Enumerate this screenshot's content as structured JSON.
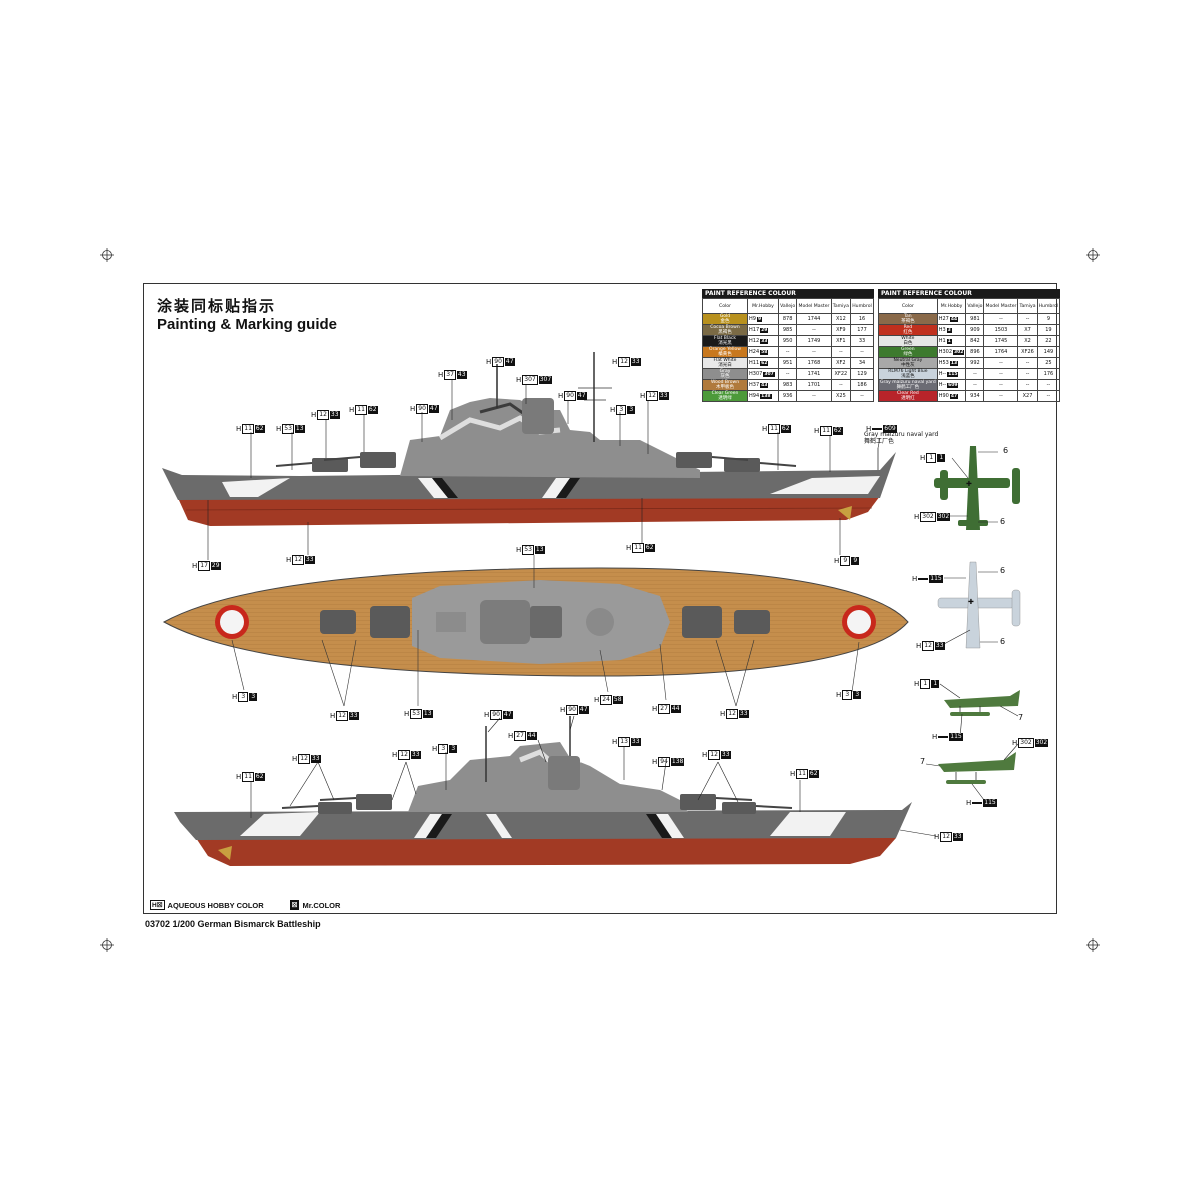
{
  "titles": {
    "cn": "涂装同标贴指示",
    "en": "Painting & Marking guide"
  },
  "footer": "03702 1/200 German Bismarck Battleship",
  "legend": {
    "aqueous_mark": "H☒",
    "aqueous_label": "AQUEOUS HOBBY COLOR",
    "mrcolor_mark": "☒",
    "mrcolor_label": "Mr.COLOR"
  },
  "paint_table_left": {
    "caption": "PAINT REFERENCE COLOUR",
    "headers": [
      "Color",
      "Mr.Hobby",
      "Vallejo",
      "Model Master",
      "Tamiya",
      "Humbrol"
    ],
    "rows": [
      {
        "color": "#b8911e",
        "name": "Gold\n金色",
        "h": "9",
        "m": "9",
        "vallejo": "878",
        "model_master": "1744",
        "tamiya": "X12",
        "humbrol": "16"
      },
      {
        "color": "#7a6a45",
        "name": "Cocoa Brown\n黑褐色",
        "h": "17",
        "m": "29",
        "vallejo": "985",
        "model_master": "--",
        "tamiya": "XF9",
        "humbrol": "177"
      },
      {
        "color": "#1a1a1a",
        "name": "Flat Black\n消光黑",
        "h": "12",
        "m": "33",
        "vallejo": "950",
        "model_master": "1749",
        "tamiya": "XF1",
        "humbrol": "33"
      },
      {
        "color": "#c8781e",
        "name": "Orange Yellow\n橘黄色",
        "h": "24",
        "m": "58",
        "vallejo": "--",
        "model_master": "--",
        "tamiya": "--",
        "humbrol": "--"
      },
      {
        "color": "#e8e8e8",
        "name": "Flat White\n消光白",
        "h": "11",
        "m": "62",
        "vallejo": "951",
        "model_master": "1768",
        "tamiya": "XF2",
        "humbrol": "34"
      },
      {
        "color": "#8e8e8e",
        "name": "Gray\n灰色",
        "h": "307",
        "m": "307",
        "vallejo": "--",
        "model_master": "1741",
        "tamiya": "XF22",
        "humbrol": "129"
      },
      {
        "color": "#b07a3c",
        "name": "Wood Brown\n木甲板色",
        "h": "37",
        "m": "43",
        "vallejo": "983",
        "model_master": "1701",
        "tamiya": "--",
        "humbrol": "186"
      },
      {
        "color": "#4c9a3a",
        "name": "Clear Green\n透明绿",
        "h": "94",
        "m": "138",
        "vallejo": "936",
        "model_master": "--",
        "tamiya": "X25",
        "humbrol": "--"
      }
    ]
  },
  "paint_table_right": {
    "caption": "PAINT REFERENCE COLOUR",
    "headers": [
      "Color",
      "Mr.Hobby",
      "Vallejo",
      "Model Master",
      "Tamiya",
      "Humbrol"
    ],
    "rows": [
      {
        "color": "#8a6a4a",
        "name": "Tan\n茶褐色",
        "h": "27",
        "m": "44",
        "vallejo": "981",
        "model_master": "--",
        "tamiya": "--",
        "humbrol": "9"
      },
      {
        "color": "#c0301e",
        "name": "Red\n红色",
        "h": "3",
        "m": "3",
        "vallejo": "909",
        "model_master": "1503",
        "tamiya": "X7",
        "humbrol": "19"
      },
      {
        "color": "#e6e6e6",
        "name": "White\n白色",
        "h": "1",
        "m": "1",
        "vallejo": "842",
        "model_master": "1745",
        "tamiya": "X2",
        "humbrol": "22"
      },
      {
        "color": "#3d7a2e",
        "name": "Green\n绿色",
        "h": "302",
        "m": "302",
        "vallejo": "896",
        "model_master": "1764",
        "tamiya": "XF26",
        "humbrol": "149"
      },
      {
        "color": "#a8a8a8",
        "name": "Neutral Gray\n中性灰",
        "h": "53",
        "m": "13",
        "vallejo": "992",
        "model_master": "--",
        "tamiya": "--",
        "humbrol": "25"
      },
      {
        "color": "#c9d3dc",
        "name": "RLM76 Light Blue\n浅蓝色",
        "h": "--",
        "m": "115",
        "vallejo": "--",
        "model_master": "--",
        "tamiya": "--",
        "humbrol": "176"
      },
      {
        "color": "#6c6c74",
        "name": "Gray maizuru naval yard\n舞鹤工厂色",
        "h": "--",
        "m": "609",
        "vallejo": "--",
        "model_master": "--",
        "tamiya": "--",
        "humbrol": "--"
      },
      {
        "color": "#b8242a",
        "name": "Clear Red\n透明红",
        "h": "90",
        "m": "47",
        "vallejo": "934",
        "model_master": "--",
        "tamiya": "X27",
        "humbrol": "--"
      }
    ]
  },
  "annotations": {
    "yard_note": "Gray maizuru naval yard\n舞鹤工厂色",
    "plane_tags": [
      "6",
      "6",
      "6",
      "6",
      "7",
      "7"
    ]
  },
  "tags": [
    {
      "id": "s1-a",
      "n": "90",
      "m": "47"
    },
    {
      "id": "s1-b",
      "n": "12",
      "m": "33"
    },
    {
      "id": "s1-c",
      "n": "37",
      "m": "43"
    },
    {
      "id": "s1-d",
      "n": "307",
      "m": "307"
    },
    {
      "id": "s1-e",
      "n": "90",
      "m": "47"
    },
    {
      "id": "s1-f",
      "n": "12",
      "m": "33"
    },
    {
      "id": "s1-g",
      "n": "3",
      "m": "3"
    },
    {
      "id": "s1-h",
      "n": "90",
      "m": "47"
    },
    {
      "id": "s1-i",
      "n": "11",
      "m": "62"
    },
    {
      "id": "s1-j",
      "n": "12",
      "m": "33"
    },
    {
      "id": "s1-k",
      "n": "11",
      "m": "62"
    },
    {
      "id": "s1-l",
      "n": "53",
      "m": "13"
    },
    {
      "id": "s1-m",
      "n": "11",
      "m": "62"
    },
    {
      "id": "s1-n",
      "n": "11",
      "m": "62"
    },
    {
      "id": "s1-o",
      "n": "",
      "m": "609"
    },
    {
      "id": "s1-p",
      "n": "17",
      "m": "29"
    },
    {
      "id": "s1-q",
      "n": "12",
      "m": "33"
    },
    {
      "id": "s1-r",
      "n": "11",
      "m": "62"
    },
    {
      "id": "s1-s",
      "n": "9",
      "m": "9"
    },
    {
      "id": "t-a",
      "n": "53",
      "m": "13"
    },
    {
      "id": "t-b",
      "n": "3",
      "m": "3"
    },
    {
      "id": "t-c",
      "n": "12",
      "m": "33"
    },
    {
      "id": "t-d",
      "n": "53",
      "m": "13"
    },
    {
      "id": "t-e",
      "n": "24",
      "m": "58"
    },
    {
      "id": "t-f",
      "n": "27",
      "m": "44"
    },
    {
      "id": "t-g",
      "n": "12",
      "m": "33"
    },
    {
      "id": "t-h",
      "n": "3",
      "m": "3"
    },
    {
      "id": "s2-a",
      "n": "90",
      "m": "47"
    },
    {
      "id": "s2-b",
      "n": "90",
      "m": "47"
    },
    {
      "id": "s2-c",
      "n": "27",
      "m": "44"
    },
    {
      "id": "s2-d",
      "n": "12",
      "m": "33"
    },
    {
      "id": "s2-e",
      "n": "3",
      "m": "3"
    },
    {
      "id": "s2-f",
      "n": "13",
      "m": "33"
    },
    {
      "id": "s2-g",
      "n": "12",
      "m": "33"
    },
    {
      "id": "s2-h",
      "n": "94",
      "m": "138"
    },
    {
      "id": "s2-i",
      "n": "12",
      "m": "33"
    },
    {
      "id": "s2-j",
      "n": "11",
      "m": "62"
    },
    {
      "id": "s2-k",
      "n": "11",
      "m": "62"
    },
    {
      "id": "s2-l",
      "n": "12",
      "m": "33"
    },
    {
      "id": "p-a",
      "n": "1",
      "m": "1"
    },
    {
      "id": "p-b",
      "n": "302",
      "m": "302"
    },
    {
      "id": "p-c",
      "n": "",
      "m": "115"
    },
    {
      "id": "p-d",
      "n": "12",
      "m": "33"
    },
    {
      "id": "p-e",
      "n": "1",
      "m": "1"
    },
    {
      "id": "p-f",
      "n": "",
      "m": "115"
    },
    {
      "id": "p-g",
      "n": "302",
      "m": "302"
    },
    {
      "id": "p-h",
      "n": "",
      "m": "115"
    }
  ]
}
